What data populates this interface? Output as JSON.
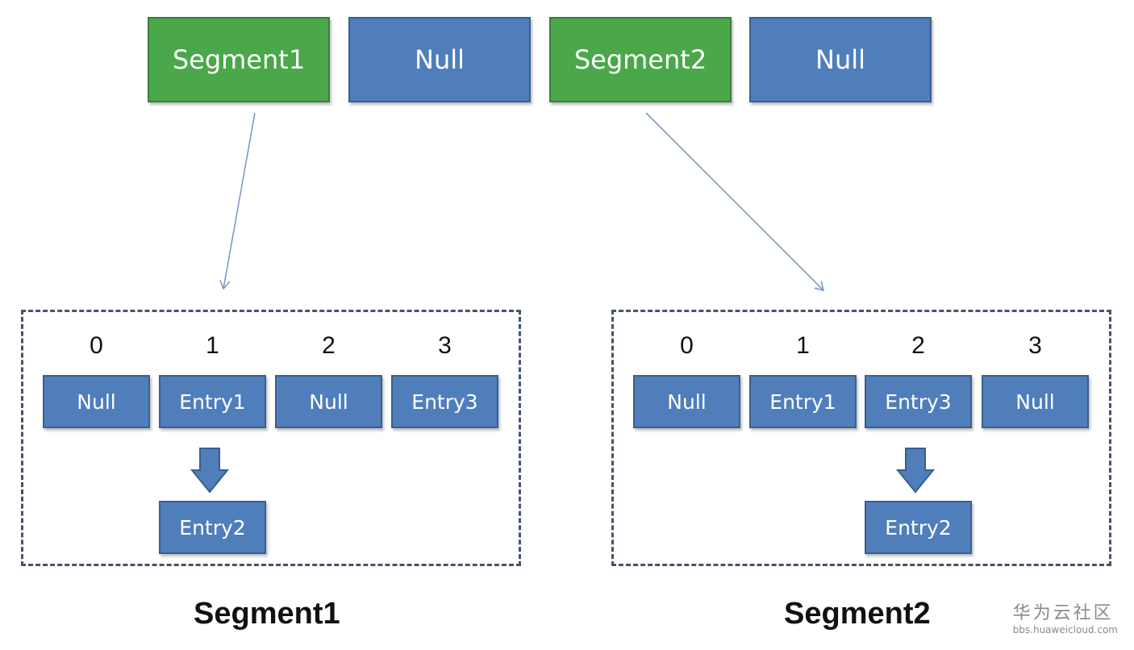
{
  "top_row": [
    {
      "label": "Segment1",
      "kind": "segment"
    },
    {
      "label": "Null",
      "kind": "null"
    },
    {
      "label": "Segment2",
      "kind": "segment"
    },
    {
      "label": "Null",
      "kind": "null"
    }
  ],
  "segments": [
    {
      "caption": "Segment1",
      "indices": [
        "0",
        "1",
        "2",
        "3"
      ],
      "cells": [
        "Null",
        "Entry1",
        "Null",
        "Entry3"
      ],
      "chain": "Entry2"
    },
    {
      "caption": "Segment2",
      "indices": [
        "0",
        "1",
        "2",
        "3"
      ],
      "cells": [
        "Null",
        "Entry1",
        "Entry3",
        "Null"
      ],
      "chain": "Entry2"
    }
  ],
  "watermark": {
    "name": "华为云社区",
    "url": "bbs.huaweicloud.com"
  },
  "colors": {
    "segment": "#4aa84a",
    "cell": "#4f7ebb",
    "border": "#44546a",
    "connector": "#7f9bc4"
  }
}
